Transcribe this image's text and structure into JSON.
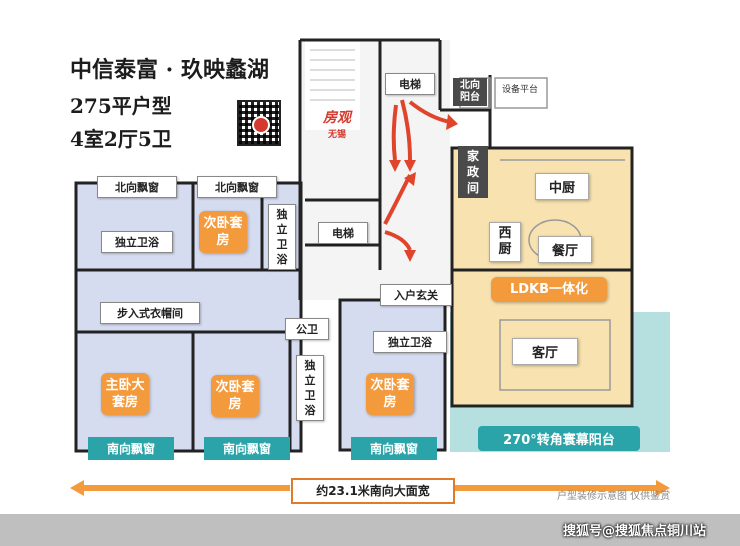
{
  "title": {
    "line1": "中信泰富 · 玖映蠡湖",
    "line2": "275平户型",
    "line3": "4室2厅5卫"
  },
  "stamp": {
    "main": "房观",
    "sub": "无锡"
  },
  "rooms": {
    "north_bay_window_1": "北向飘窗",
    "north_bay_window_2": "北向飘窗",
    "north_balcony": "北向阳台",
    "equipment_platform": "设备平台",
    "elevator_1": "电梯",
    "elevator_2": "电梯",
    "bathroom_1": "独立卫浴",
    "bedroom_2a": "次卧套房",
    "bathroom_2": "独立卫浴",
    "housekeeping": "家政间",
    "chinese_kitchen": "中厨",
    "western_kitchen": "西厨",
    "dining": "餐厅",
    "entrance": "入户玄关",
    "ldkb": "LDKB一体化",
    "walk_in_closet": "步入式衣帽间",
    "public_bath": "公卫",
    "bathroom_3": "独立卫浴",
    "living": "客厅",
    "master_bedroom": "主卧大套房",
    "bedroom_2b": "次卧套房",
    "bathroom_4": "独立卫浴",
    "bedroom_2c": "次卧套房",
    "south_bay_window_1": "南向飘窗",
    "south_bay_window_2": "南向飘窗",
    "south_bay_window_3": "南向飘窗",
    "balcony_270": "270°转角寰幕阳台"
  },
  "width_note": "约23.1米南向大面宽",
  "disclaimer": "户型装修示意图 仅供鉴赏",
  "footer": "搜狐号@搜狐焦点铜川站",
  "colors": {
    "orange": "#f39a3c",
    "teal": "#2aa4a8",
    "warm_zone": "#f8e3b0",
    "cool_zone": "#d6dcf0",
    "arrow": "#e0452c"
  }
}
